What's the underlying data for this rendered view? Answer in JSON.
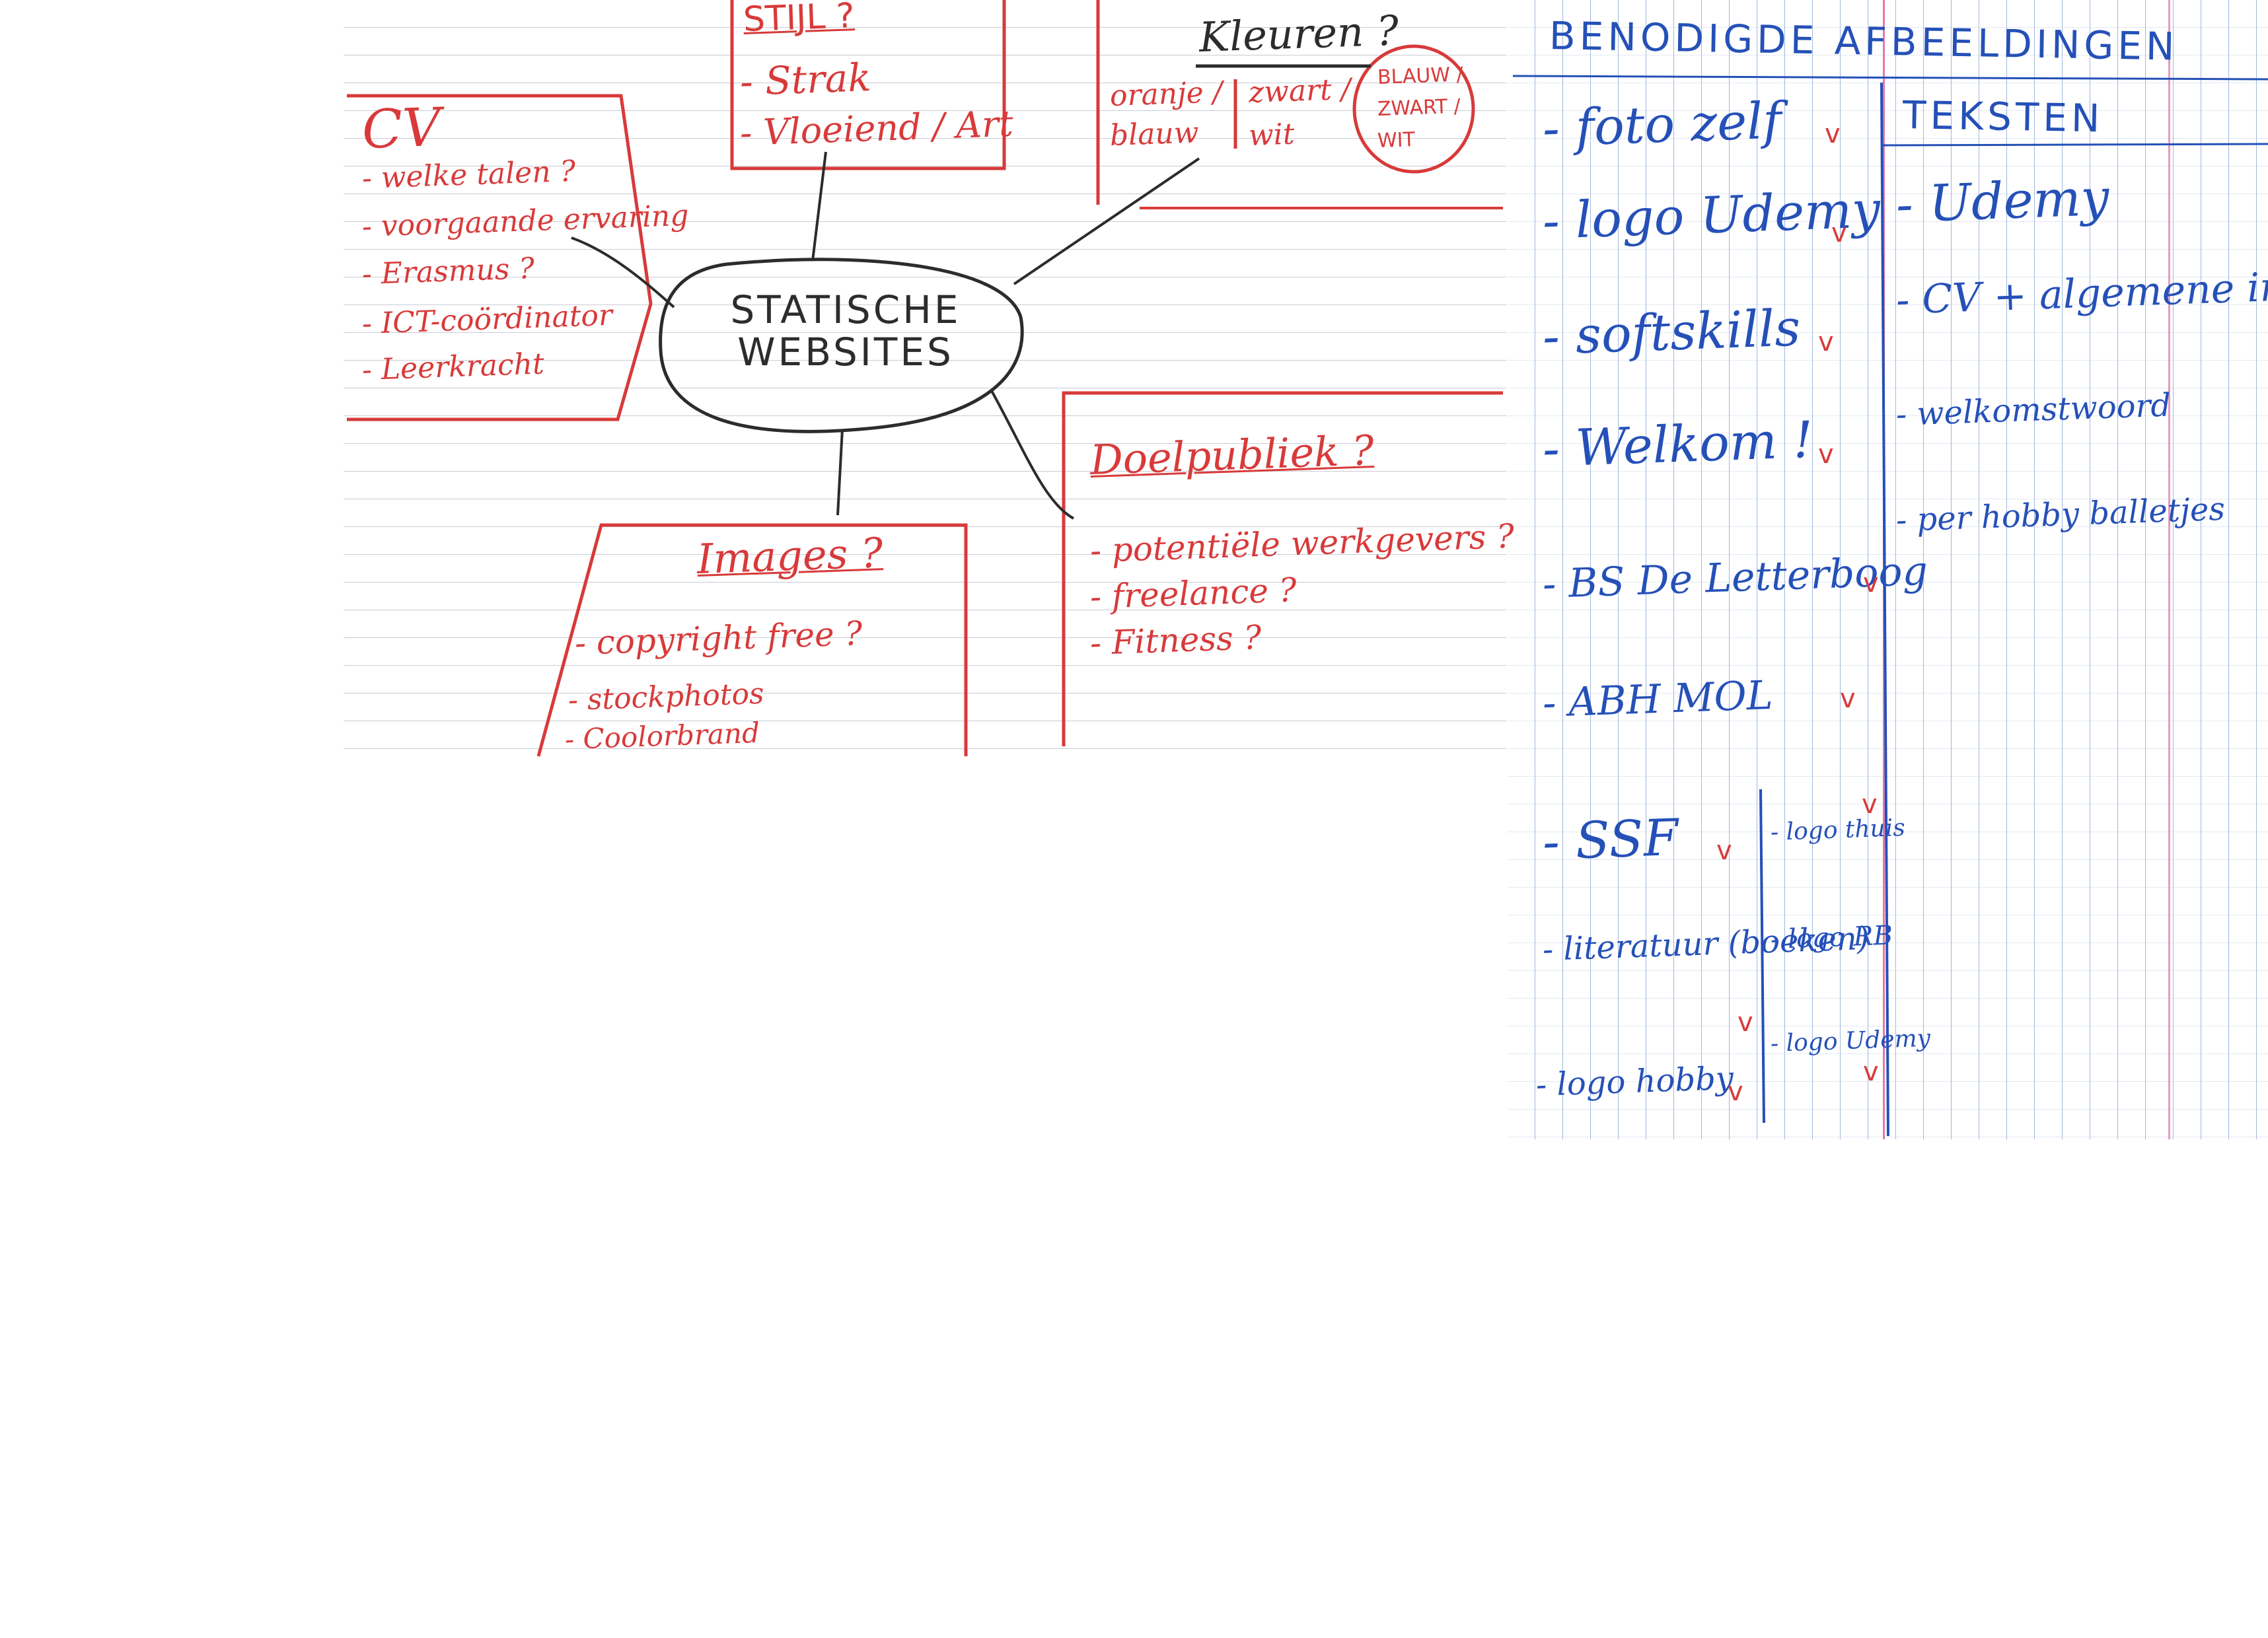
{
  "center": {
    "line1": "STATISCHE",
    "line2": "WEBSITES"
  },
  "cv": {
    "title": "CV",
    "items": [
      "- welke talen ?",
      "- voorgaande ervaring",
      "- Erasmus ?",
      "- ICT-coördinator",
      "- Leerkracht"
    ]
  },
  "stijl": {
    "title": "STIJL ?",
    "items": [
      "- Strak",
      "- Vloeiend / Art"
    ]
  },
  "kleuren": {
    "title": "Kleuren ?",
    "col1": [
      "oranje /",
      "blauw"
    ],
    "col2": [
      "zwart /",
      "wit"
    ],
    "circled": [
      "BLAUW /",
      "ZWART /",
      "WIT"
    ]
  },
  "doelpubliek": {
    "title": "Doelpubliek ?",
    "items": [
      "- potentiële werkgevers ?",
      "- freelance ?",
      "- Fitness ?"
    ]
  },
  "images": {
    "title": "Images ?",
    "items": [
      "- copyright free ?",
      "- stockphotos",
      "- Coolorbrand"
    ]
  },
  "afbeeldingen": {
    "header": "BENODIGDE AFBEELDINGEN",
    "items": [
      "- foto zelf",
      "- logo Udemy",
      "- softskills",
      "- Welkom !",
      "- BS De Letterboog",
      "- ABH MOL",
      "- SSF",
      "- literatuur (boeken)",
      "- logo hobby"
    ],
    "sub_items": [
      "- logo thuis",
      "- logo RB",
      "- logo Udemy"
    ],
    "check_mark": "v"
  },
  "teksten": {
    "header": "TEKSTEN",
    "items": [
      "- Udemy",
      "- CV + algemene info",
      "- welkomstwoord",
      "- per hobby balletjes"
    ]
  },
  "colors": {
    "red_ink": "#d83a3a",
    "blue_ink": "#2550b8",
    "pencil": "#2c2c2c"
  }
}
